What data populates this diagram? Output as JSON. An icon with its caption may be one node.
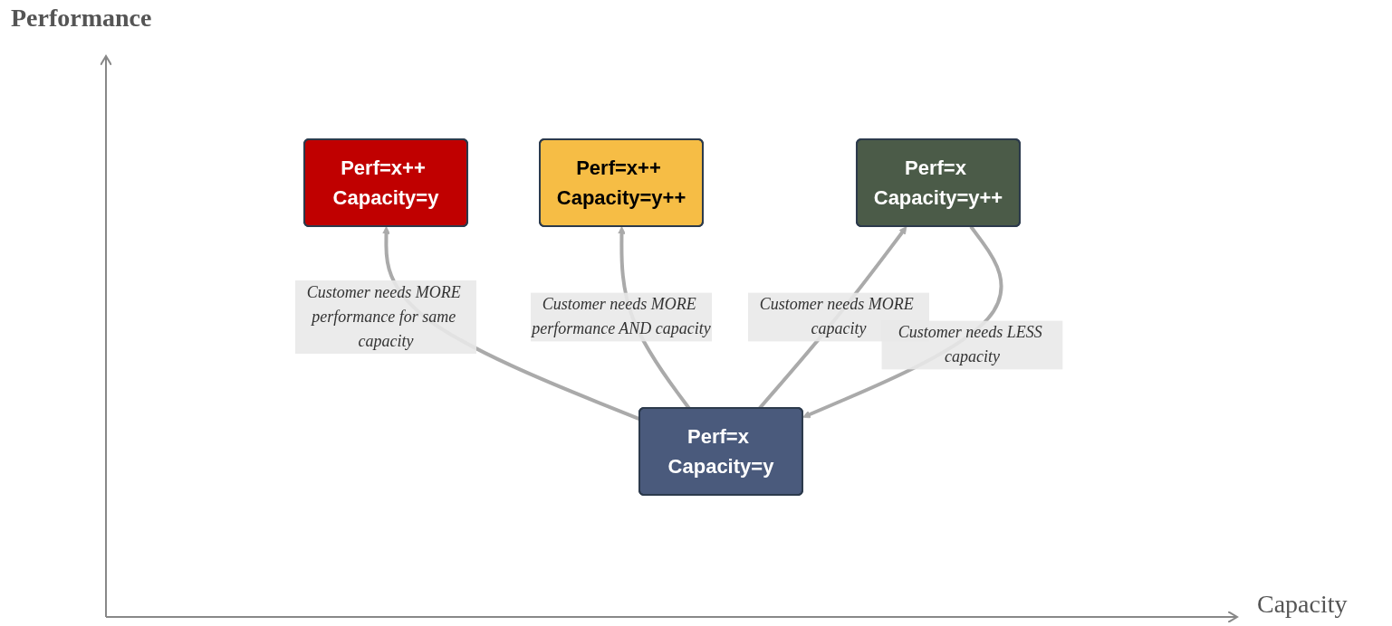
{
  "diagram": {
    "nodes": [
      {
        "text": [
          "Perf=x++ Capacity=y"
        ]
      },
      {
        "text": [
          "Perf=x++ Capacity=y++"
        ]
      },
      {
        "text": [
          "Perf=x Capacity=y"
        ]
      },
      {
        "text": [
          "Perf=x Capacity=y++"
        ]
      }
    ],
    "edges": [
      {
        "from": 2,
        "to": 0,
        "arrow": "to",
        "label": "Customer needs MORE performance for same capacity"
      },
      {
        "from": 2,
        "to": 1,
        "arrow": "to",
        "label": "Customer needs MORE performance AND capacity"
      },
      {
        "from": 2,
        "to": 3,
        "arrow": "to",
        "label": "Customer needs MORE capacity"
      },
      {
        "from": 3,
        "to": 2,
        "arrow": "to",
        "label": "Customer needs LESS capacity"
      }
    ],
    "labels": [
      "Performance",
      "Capacity"
    ]
  }
}
